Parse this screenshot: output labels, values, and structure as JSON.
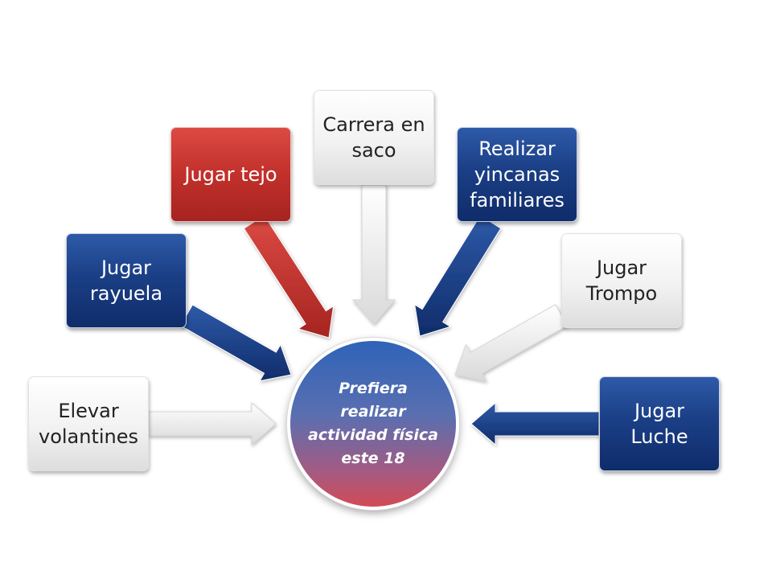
{
  "diagram": {
    "center": "Prefiera realizar actividad física este 18",
    "nodes": [
      {
        "id": "elevar-volantines",
        "label": "Elevar\nvolantines",
        "color": "white"
      },
      {
        "id": "jugar-rayuela",
        "label": "Jugar\nrayuela",
        "color": "blue"
      },
      {
        "id": "jugar-tejo",
        "label": "Jugar  tejo",
        "color": "red"
      },
      {
        "id": "carrera-en-saco",
        "label": "Carrera en\nsaco",
        "color": "white"
      },
      {
        "id": "realizar-yincanas",
        "label": "Realizar\nyincanas\nfamiliares",
        "color": "blue"
      },
      {
        "id": "jugar-trompo",
        "label": "Jugar\nTrompo",
        "color": "white"
      },
      {
        "id": "jugar-luche",
        "label": "Jugar\nLuche",
        "color": "blue"
      }
    ],
    "colors": {
      "blue": "#1b3f86",
      "red": "#c2302b",
      "white": "#f2f2f2"
    }
  }
}
